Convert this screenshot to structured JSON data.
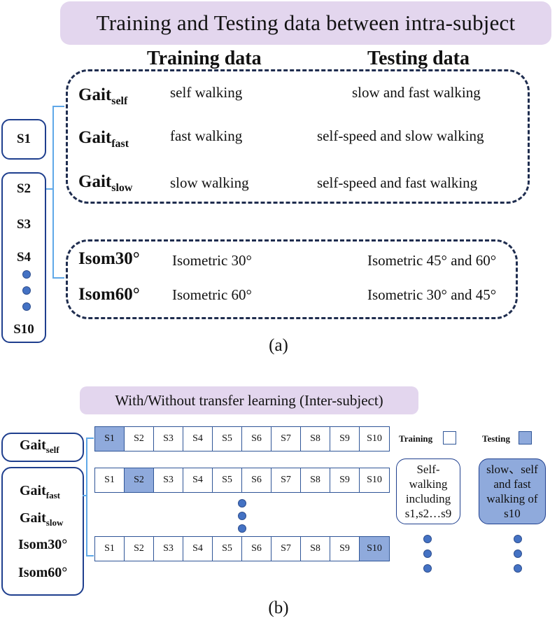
{
  "panel_a": {
    "title": "Training and Testing data between intra-subject",
    "training_header": "Training data",
    "testing_header": "Testing data",
    "gait_rows": [
      {
        "name": "Gait",
        "sub": "self",
        "train": "self walking",
        "test": "slow and fast walking"
      },
      {
        "name": "Gait",
        "sub": "fast",
        "train": "fast walking",
        "test": "self-speed and slow walking"
      },
      {
        "name": "Gait",
        "sub": "slow",
        "train": "slow walking",
        "test": "self-speed and fast walking"
      }
    ],
    "isom_rows": [
      {
        "name": "Isom30°",
        "train": "Isometric 30°",
        "test": "Isometric 45° and 60°"
      },
      {
        "name": "Isom60°",
        "train": "Isometric 60°",
        "test": "Isometric 30° and 45°"
      }
    ],
    "subjects": {
      "s1": "S1",
      "s2": "S2",
      "s3": "S3",
      "s4": "S4",
      "s10": "S10"
    },
    "caption": "(a)"
  },
  "panel_b": {
    "title": "With/Without transfer learning (Inter-subject)",
    "gait_self": {
      "name": "Gait",
      "sub": "self"
    },
    "others": [
      {
        "name": "Gait",
        "sub": "fast"
      },
      {
        "name": "Gait",
        "sub": "slow"
      },
      {
        "name": "Isom30°",
        "sub": ""
      },
      {
        "name": "Isom60°",
        "sub": ""
      }
    ],
    "subjects": [
      "S1",
      "S2",
      "S3",
      "S4",
      "S5",
      "S6",
      "S7",
      "S8",
      "S9",
      "S10"
    ],
    "rows": [
      {
        "highlight": 0
      },
      {
        "highlight": 1
      },
      {
        "highlight": 9
      }
    ],
    "legend": {
      "training": "Training",
      "testing": "Testing"
    },
    "training_note": "Self-\nwalking\nincluding\ns1,s2…s9",
    "testing_note": "slow、self\nand fast\nwalking of\ns10",
    "caption": "(b)"
  },
  "colors": {
    "dash_border": "#1f2d4f",
    "box_border": "#1f3f8e",
    "highlight": "#8faadc",
    "title_bg": "#e3d6ee",
    "dot": "#4472c4",
    "bracket": "#5fa8e8"
  }
}
